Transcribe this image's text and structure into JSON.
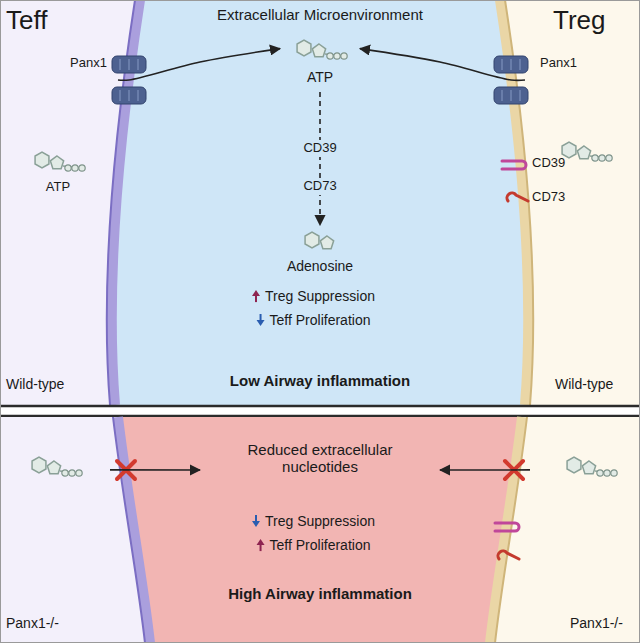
{
  "diagram": {
    "nodes": [
      {
        "text": [
          "Teff",
          "ATP",
          "Wild-type"
        ]
      },
      {
        "text": [
          "Extracellular Microenvironment",
          "Treg Suppression",
          "Teff Proliferation",
          "Low Airway inflammation"
        ]
      },
      {
        "text": [
          "ATP"
        ],
        "in": 1
      },
      {
        "text": [
          "Adenosine"
        ],
        "in": 1
      },
      {
        "text": [
          "Treg",
          "Wild-type"
        ]
      },
      {
        "text": [
          "Panx1-/-"
        ]
      },
      {
        "text": [
          "Reduced extracellular nucleotides",
          "Treg Suppression",
          "Teff Proliferation",
          "High Airway inflammation"
        ]
      },
      {
        "text": [
          "Panx1-/-"
        ]
      }
    ],
    "edges": [
      {
        "from": 0,
        "to": 2,
        "arrow": "to"
      },
      {
        "from": 4,
        "to": 2,
        "arrow": "to"
      },
      {
        "from": 2,
        "to": 3,
        "arrow": "to"
      },
      {
        "from": 5,
        "to": 6,
        "arrow": "to"
      },
      {
        "from": 7,
        "to": 6,
        "arrow": "to"
      }
    ],
    "labels": [
      "Panx1",
      "Panx1",
      "CD39",
      "CD73",
      "CD39",
      "CD73"
    ]
  }
}
